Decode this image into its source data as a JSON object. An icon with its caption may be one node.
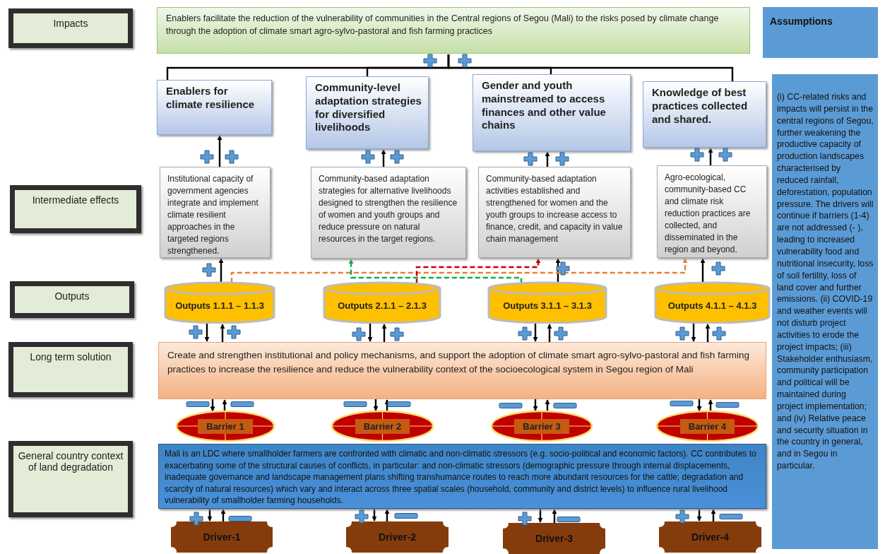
{
  "diagram": {
    "nodes": [
      {
        "text": [
          "Impacts"
        ]
      },
      {
        "text": [
          "Enablers facilitate the reduction of the vulnerability of communities in the Central regions of Segou (Mali) to the risks posed by climate change through the adoption of climate smart agro-sylvo-pastoral and fish farming practices"
        ]
      },
      {
        "text": [
          "Assumptions"
        ]
      },
      {
        "text": [
          "(i) CC-related risks and impacts will persist in the central regions of Segou, further weakening the productive capacity of production landscapes characterised by reduced rainfall, deforestation, population pressure. The drivers will continue if barriers (1-4) are not addressed (- ), leading to increased vulnerability food  and nutritional insecurity, loss of soil fertility, loss of land cover and further emissions. (ii) COVID-19 and weather events will not disturb project activities to erode the project impacts; (iii) Stakeholder enthusiasm, community participation and political will be maintained during project implementation; and (iv) Relative peace and security situation in the country in general, and in Segou in particular."
        ]
      },
      {
        "text": [
          "Enablers for climate resilience"
        ]
      },
      {
        "text": [
          "Community-level adaptation strategies for diversified livelihoods"
        ]
      },
      {
        "text": [
          "Gender and youth mainstreamed to access finances and other value chains"
        ]
      },
      {
        "text": [
          "Knowledge of best practices collected and shared."
        ]
      },
      {
        "text": [
          "Intermediate effects"
        ]
      },
      {
        "text": [
          "Institutional capacity of government agencies integrate and implement climate resilient approaches in the targeted regions strengthened."
        ]
      },
      {
        "text": [
          "Community-based adaptation strategies for alternative livelihoods designed to strengthen the resilience of women and youth groups and reduce pressure on natural resources in the target regions."
        ]
      },
      {
        "text": [
          "Community-based adaptation activities established and strengthened for women and the youth groups to increase access to finance, credit, and capacity in value chain management"
        ]
      },
      {
        "text": [
          "Agro-ecological, community-based CC and climate risk reduction practices are collected, and disseminated in the region and beyond."
        ]
      },
      {
        "text": [
          "Outputs"
        ]
      },
      {
        "text": [
          "Outputs 1.1.1 – 1.1.3"
        ]
      },
      {
        "text": [
          "Outputs 2.1.1 – 2.1.3"
        ]
      },
      {
        "text": [
          "Outputs 3.1.1 – 3.1.3"
        ]
      },
      {
        "text": [
          "Outputs 4.1.1 – 4.1.3"
        ]
      },
      {
        "text": [
          "Long term solution"
        ]
      },
      {
        "text": [
          "Create and strengthen institutional and policy mechanisms, and support the adoption of climate smart agro-sylvo-pastoral and fish farming practices to increase the resilience and reduce the vulnerability context of the socioecological system in Segou region of Mali"
        ]
      },
      {
        "text": [
          "Barrier 1"
        ]
      },
      {
        "text": [
          "Barrier 2"
        ]
      },
      {
        "text": [
          "Barrier 3"
        ]
      },
      {
        "text": [
          "Barrier 4"
        ]
      },
      {
        "text": [
          "General country context of land degradation"
        ]
      },
      {
        "text": [
          "Mali is an LDC where smallholder farmers are confronted with climatic and non-climatic stressors (e.g. socio-political and economic factors). CC contributes to exacerbating some of the structural causes of conflicts, in particular: and non-climatic stressors (demographic pressure through internal displacements, inadequate governance and landscape management plans shifting transhumance routes to reach more abundant resources for the cattle; degradation and scarcity of natural resources) which vary and interact across three spatial scales (household, community and district levels) to influence rural livelihood vulnerability of smallholder farming households."
        ]
      },
      {
        "text": [
          "Driver-1"
        ]
      },
      {
        "text": [
          "Driver-2"
        ]
      },
      {
        "text": [
          "Driver-3"
        ]
      },
      {
        "text": [
          "Driver-4"
        ]
      }
    ],
    "edges": [
      {
        "from": 4,
        "to": 1,
        "arrow": "none"
      },
      {
        "from": 5,
        "to": 1,
        "arrow": "none"
      },
      {
        "from": 6,
        "to": 1,
        "arrow": "none"
      },
      {
        "from": 7,
        "to": 1,
        "arrow": "none"
      },
      {
        "from": 9,
        "to": 4,
        "arrow": "to"
      },
      {
        "from": 10,
        "to": 5,
        "arrow": "to"
      },
      {
        "from": 11,
        "to": 6,
        "arrow": "to"
      },
      {
        "from": 12,
        "to": 7,
        "arrow": "to"
      },
      {
        "from": 14,
        "to": 9,
        "arrow": "to"
      },
      {
        "from": 16,
        "to": 11,
        "arrow": "to"
      },
      {
        "from": 17,
        "to": 12,
        "arrow": "to"
      },
      {
        "from": 14,
        "to": 12,
        "arrow": "to",
        "style": "dashed",
        "color": "#ed7d31"
      },
      {
        "from": 16,
        "to": 10,
        "arrow": "to",
        "style": "dashed",
        "color": "#00b050"
      },
      {
        "from": 15,
        "to": 11,
        "arrow": "to",
        "style": "dashed",
        "color": "#c00000"
      },
      {
        "from": 14,
        "to": 19,
        "arrow": "to"
      },
      {
        "from": 19,
        "to": 14,
        "arrow": "to"
      },
      {
        "from": 15,
        "to": 19,
        "arrow": "to"
      },
      {
        "from": 19,
        "to": 15,
        "arrow": "to"
      },
      {
        "from": 16,
        "to": 19,
        "arrow": "to"
      },
      {
        "from": 19,
        "to": 16,
        "arrow": "to"
      },
      {
        "from": 17,
        "to": 19,
        "arrow": "to"
      },
      {
        "from": 19,
        "to": 17,
        "arrow": "to"
      },
      {
        "from": 19,
        "to": 20,
        "arrow": "to"
      },
      {
        "from": 20,
        "to": 19,
        "arrow": "to"
      },
      {
        "from": 19,
        "to": 21,
        "arrow": "to"
      },
      {
        "from": 21,
        "to": 19,
        "arrow": "to"
      },
      {
        "from": 19,
        "to": 22,
        "arrow": "to"
      },
      {
        "from": 22,
        "to": 19,
        "arrow": "to"
      },
      {
        "from": 19,
        "to": 23,
        "arrow": "to"
      },
      {
        "from": 23,
        "to": 19,
        "arrow": "to"
      },
      {
        "from": 25,
        "to": 26,
        "arrow": "to"
      },
      {
        "from": 26,
        "to": 25,
        "arrow": "to"
      },
      {
        "from": 25,
        "to": 27,
        "arrow": "to"
      },
      {
        "from": 27,
        "to": 25,
        "arrow": "to"
      },
      {
        "from": 25,
        "to": 28,
        "arrow": "to"
      },
      {
        "from": 28,
        "to": 25,
        "arrow": "to"
      },
      {
        "from": 25,
        "to": 29,
        "arrow": "to"
      },
      {
        "from": 29,
        "to": 25,
        "arrow": "to"
      }
    ]
  }
}
